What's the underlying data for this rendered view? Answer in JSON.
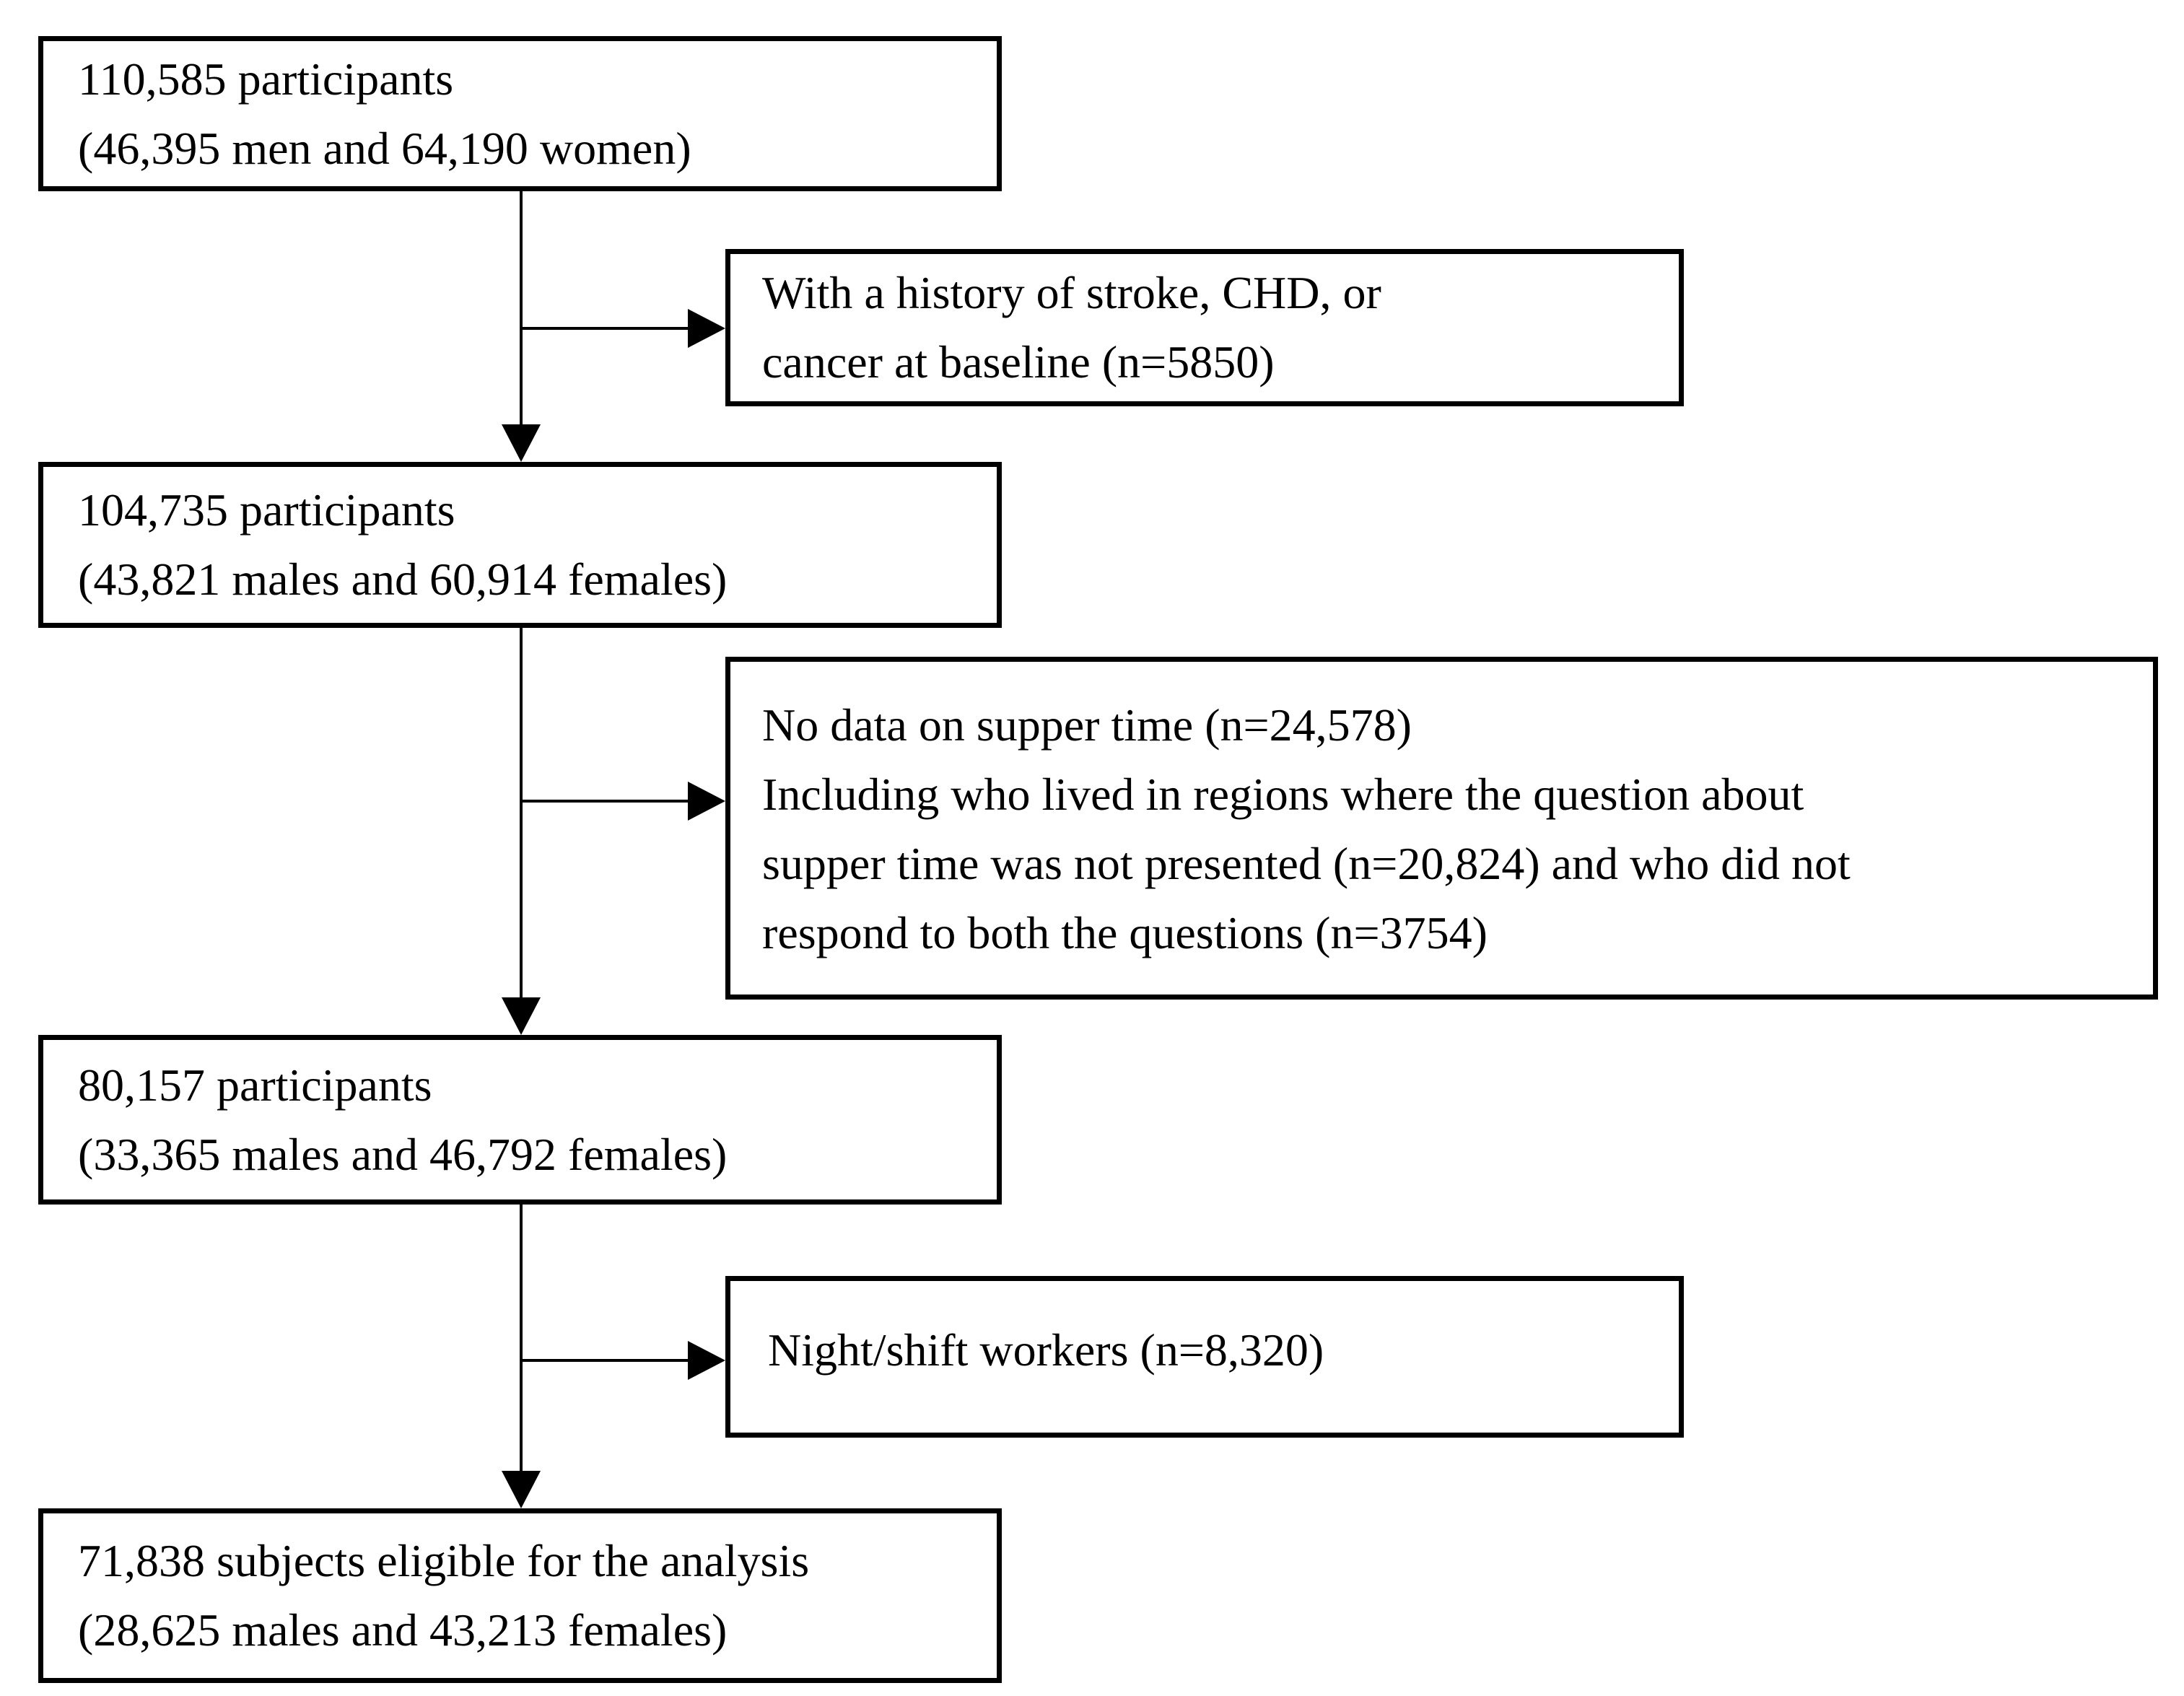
{
  "diagram": {
    "colors": {
      "background": "#ffffff",
      "border": "#000000",
      "text": "#000000"
    },
    "cohort1": {
      "lines": [
        "110,585 participants",
        "(46,395 men and 64,190 women)"
      ]
    },
    "exclusion1": {
      "lines": [
        "With a history of stroke, CHD, or",
        "cancer at baseline (n=5850)"
      ]
    },
    "cohort2": {
      "lines": [
        "104,735 participants",
        "(43,821 males and 60,914 females)"
      ]
    },
    "exclusion2": {
      "lines": [
        "No data on supper time (n=24,578)",
        "Including who lived in regions where the question about",
        "supper time was not presented (n=20,824) and who did not",
        "respond to both the questions (n=3754)"
      ]
    },
    "cohort3": {
      "lines": [
        "80,157 participants",
        "(33,365 males and 46,792 females)"
      ]
    },
    "exclusion3": {
      "lines": [
        "Night/shift workers (n=8,320)"
      ]
    },
    "cohort4": {
      "lines": [
        "71,838 subjects eligible for the analysis",
        "(28,625 males and 43,213 females)"
      ]
    }
  }
}
